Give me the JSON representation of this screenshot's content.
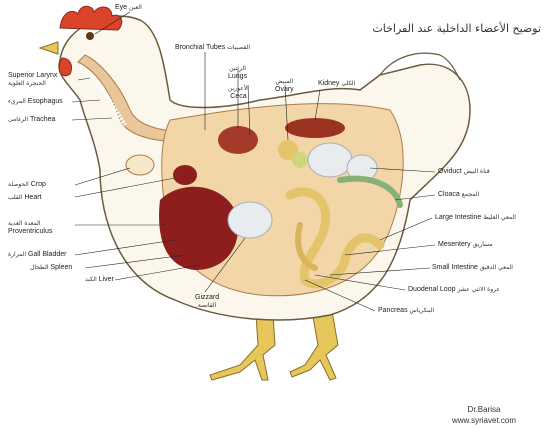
{
  "title": "توضيح الأعضاء الداخلية عند الفراخات",
  "labels": {
    "eye": {
      "en": "Eye",
      "ar": "العين"
    },
    "bronchial_tubes": {
      "en": "Bronchial Tubes",
      "ar": "القصيبات"
    },
    "lungs": {
      "en": "Lungs",
      "ar": "الرئتين"
    },
    "ceca": {
      "en": "Ceca",
      "ar": "الأعورين"
    },
    "ovary": {
      "en": "Ovary",
      "ar": "المبيض"
    },
    "kidney": {
      "en": "Kidney",
      "ar": "الكلى"
    },
    "superior_larynx": {
      "en": "Superior Larynx",
      "ar": "الحنجرة العلوية"
    },
    "esophagus": {
      "en": "Esophagus",
      "ar": "المريء"
    },
    "trachea": {
      "en": "Trachea",
      "ar": "الرغامى"
    },
    "crop": {
      "en": "Crop",
      "ar": "الحوصلة"
    },
    "heart": {
      "en": "Heart",
      "ar": "القلب"
    },
    "proventriculus": {
      "en": "Proventriculus",
      "ar": "المعدة الغدية"
    },
    "gall_bladder": {
      "en": "Gall Bladder",
      "ar": "المرارة"
    },
    "spleen": {
      "en": "Spleen",
      "ar": "الطحال"
    },
    "liver": {
      "en": "Liver",
      "ar": "الكبد"
    },
    "gizzard": {
      "en": "Gizzard",
      "ar": "القانصة"
    },
    "oviduct": {
      "en": "Oviduct",
      "ar": "قناة البيض"
    },
    "cloaca": {
      "en": "Cloaca",
      "ar": "المجمع"
    },
    "large_intestine": {
      "en": "Large Intestine",
      "ar": "المعي الغليظ"
    },
    "mesentery": {
      "en": "Mesentery",
      "ar": "مساريق"
    },
    "small_intestine": {
      "en": "Small Intestine",
      "ar": "المعي الدقيق"
    },
    "duodenal_loop": {
      "en": "Duodenal Loop",
      "ar": "عروة الاثني عشر"
    },
    "pancreas": {
      "en": "Pancreas",
      "ar": "البنكرياس"
    }
  },
  "credit": {
    "author": "Dr.Barisa",
    "site": "www.syriavet.com"
  },
  "colors": {
    "comb": "#d9442a",
    "body": "#fbf7ec",
    "legs": "#e8c75a",
    "liver": "#8e1e1e",
    "organs": "#b5472a",
    "intestine": "#e4c46a",
    "egg": "#e9ecef",
    "outline": "#6b5a3c"
  }
}
